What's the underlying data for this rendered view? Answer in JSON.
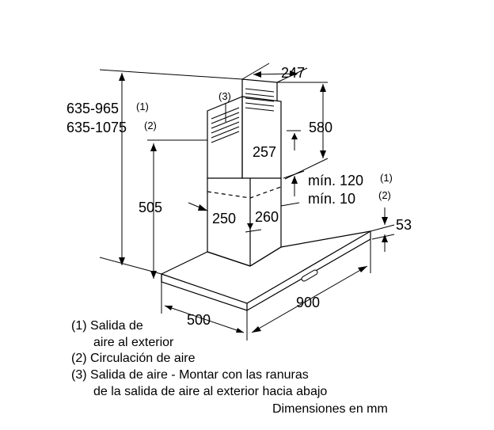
{
  "dimensions": {
    "height_total_1": "635-965",
    "height_total_1_note": "(1)",
    "height_total_2": "635-1075",
    "height_total_2_note": "(2)",
    "vent_label": "(3)",
    "chimney_top_width": "247",
    "chimney_upper_height": "580",
    "chimney_upper_depth": "257",
    "min_clearance_1": "mín. 120",
    "min_clearance_1_note": "(1)",
    "min_clearance_2": "mín. 10",
    "min_clearance_2_note": "(2)",
    "chimney_lower_height": "505",
    "chimney_lower_width": "250",
    "chimney_lower_depth": "260",
    "canopy_thickness": "53",
    "hood_width": "900",
    "hood_depth": "500"
  },
  "legend": [
    {
      "num": "(1)",
      "text": "Salida de"
    },
    {
      "num": "",
      "text": "aire al exterior"
    },
    {
      "num": "(2)",
      "text": "Circulación de aire"
    },
    {
      "num": "(3)",
      "text": "Salida de aire - Montar con las ranuras"
    },
    {
      "num": "",
      "text": "de la salida de aire al exterior hacia abajo"
    }
  ],
  "units_note": "Dimensiones en mm"
}
